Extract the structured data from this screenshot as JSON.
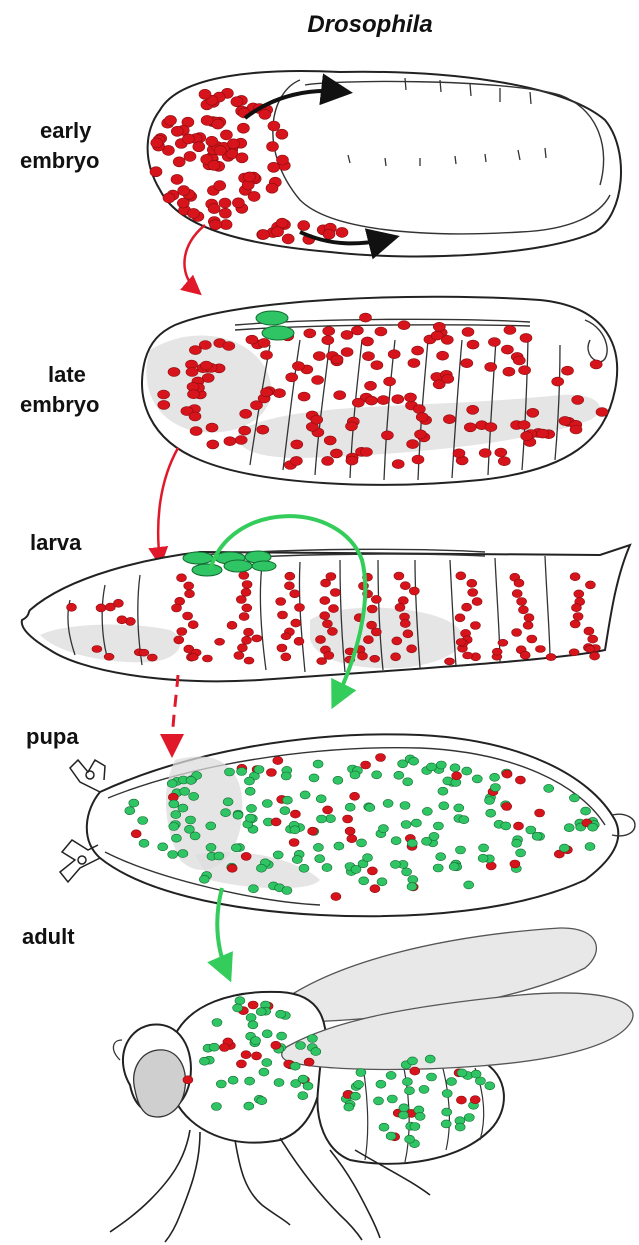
{
  "title": "Drosophila",
  "stages": [
    {
      "id": "early-embryo",
      "lines": [
        "early",
        "embryo"
      ]
    },
    {
      "id": "late-embryo",
      "lines": [
        "late",
        "embryo"
      ]
    },
    {
      "id": "larva",
      "lines": [
        "larva"
      ]
    },
    {
      "id": "pupa",
      "lines": [
        "pupa"
      ]
    },
    {
      "id": "adult",
      "lines": [
        "adult"
      ]
    }
  ],
  "colors": {
    "red_cell": "#d7141b",
    "green_cell": "#2fc464",
    "red_arrow": "#e0182a",
    "green_arrow": "#34cc5a",
    "black_arrow": "#111111",
    "tissue_shade": "#dcdcdc",
    "outline": "#222222"
  }
}
